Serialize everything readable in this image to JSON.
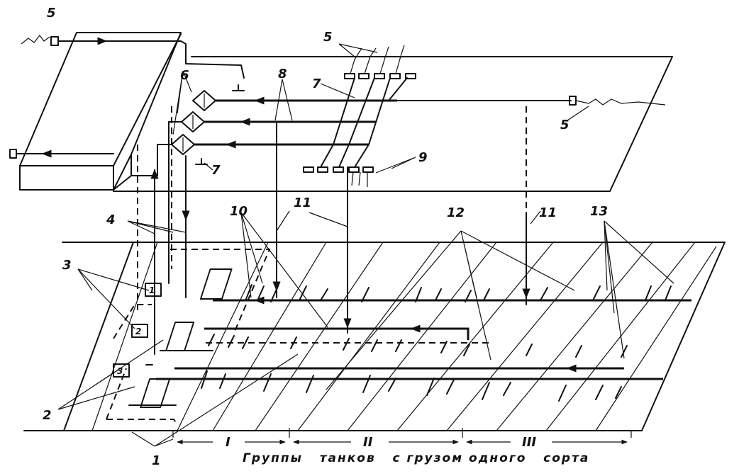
{
  "labels": {
    "l1": "1",
    "l2": "2",
    "l3": "3",
    "l4": "4",
    "l5": "5",
    "l6": "6",
    "l7": "7",
    "l8": "8",
    "l9": "9",
    "l10": "10",
    "l11": "11",
    "l12": "12",
    "l13": "13"
  },
  "groups": {
    "g1": "I",
    "g2": "II",
    "g3": "III"
  },
  "caption": "Группы   танков   с грузом одного   сорта",
  "pump_marks": [
    "1",
    "2",
    "3"
  ]
}
